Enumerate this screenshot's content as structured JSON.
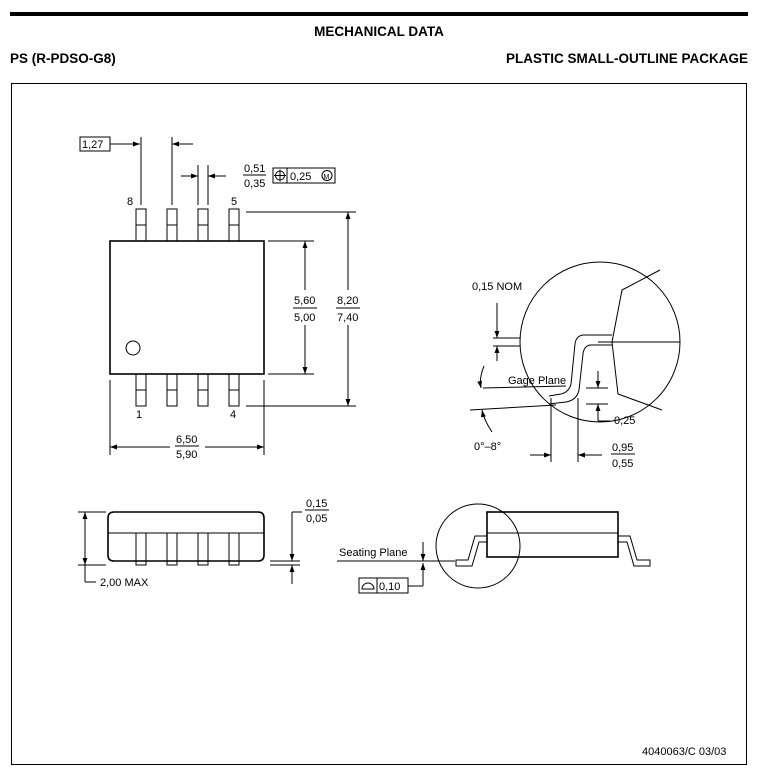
{
  "header": {
    "title": "MECHANICAL DATA",
    "package_code": "PS (R-PDSO-G8)",
    "package_name": "PLASTIC SMALL-OUTLINE PACKAGE"
  },
  "top_view": {
    "pin_pitch": "1,27",
    "lead_width_max": "0,51",
    "lead_width_min": "0,35",
    "position_tolerance": "0,25",
    "pin_labels": [
      "8",
      "5",
      "1",
      "4"
    ],
    "body_width_max": "5,60",
    "body_width_min": "5,00",
    "overall_width_max": "8,20",
    "overall_width_min": "7,40",
    "body_length_max": "6,50",
    "body_length_min": "5,90"
  },
  "side_view": {
    "standoff_max": "0,15",
    "standoff_min": "0,05",
    "height_max": "2,00 MAX",
    "seating_plane": "Seating Plane",
    "coplanarity": "0,10"
  },
  "detail_view": {
    "lead_thickness": "0,15 NOM",
    "gage_plane": "Gage Plane",
    "gage_height": "0,25",
    "angle": "0°–8°",
    "foot_length_max": "0,95",
    "foot_length_min": "0,55"
  },
  "footer": {
    "doc_code": "4040063/C 03/03"
  }
}
